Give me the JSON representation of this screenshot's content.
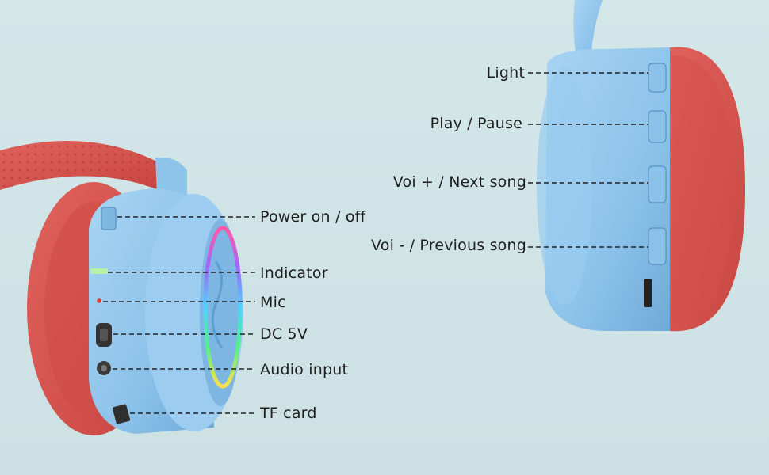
{
  "left_view": {
    "labels": {
      "power": "Power on / off",
      "indicator": "Indicator",
      "mic": "Mic",
      "dc": "DC 5V",
      "audio": "Audio input",
      "tf": "TF card"
    }
  },
  "right_view": {
    "labels": {
      "light": "Light",
      "play": "Play / Pause",
      "voi_up": "Voi + / Next song",
      "voi_down": "Voi - / Previous song"
    }
  },
  "colors": {
    "background": "#cfe3e6",
    "shell_blue": "#8fc4ea",
    "cushion_red": "#d9544f",
    "line": "#222222"
  }
}
